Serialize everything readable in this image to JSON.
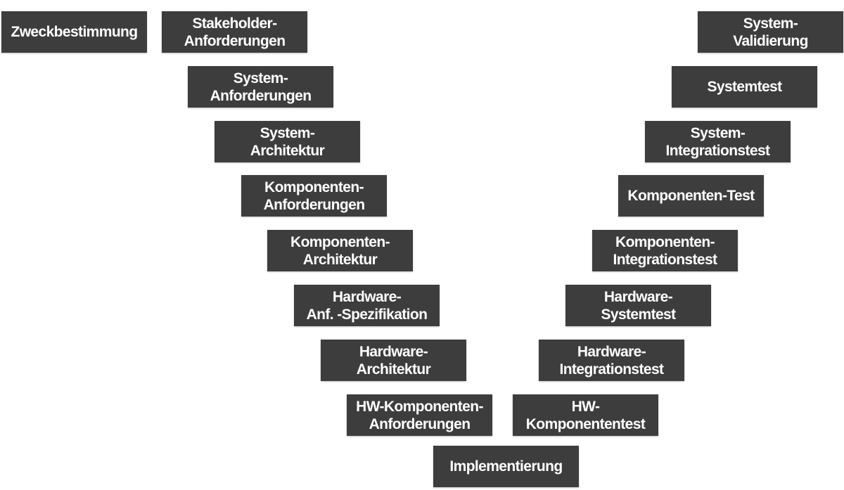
{
  "diagram": {
    "box_color": "#3d3d3d",
    "text_color": "#ffffff",
    "left_branch": [
      {
        "label": "Zweckbestimmung"
      },
      {
        "label": "Stakeholder-\nAnforderungen"
      },
      {
        "label": "System-\nAnforderungen"
      },
      {
        "label": "System-\nArchitektur"
      },
      {
        "label": "Komponenten-\nAnforderungen"
      },
      {
        "label": "Komponenten-\nArchitektur"
      },
      {
        "label": "Hardware-\nAnf. -Spezifikation"
      },
      {
        "label": "Hardware-\nArchitektur"
      },
      {
        "label": "HW-Komponenten-\nAnforderungen"
      }
    ],
    "bottom": {
      "label": "Implementierung"
    },
    "right_branch": [
      {
        "label": "System-\nValidierung"
      },
      {
        "label": "Systemtest"
      },
      {
        "label": "System-\nIntegrationstest"
      },
      {
        "label": "Komponenten-Test"
      },
      {
        "label": "Komponenten-\nIntegrationstest"
      },
      {
        "label": "Hardware-\nSystemtest"
      },
      {
        "label": "Hardware-\nIntegrationstest"
      },
      {
        "label": "HW-\nKomponententest"
      }
    ]
  }
}
